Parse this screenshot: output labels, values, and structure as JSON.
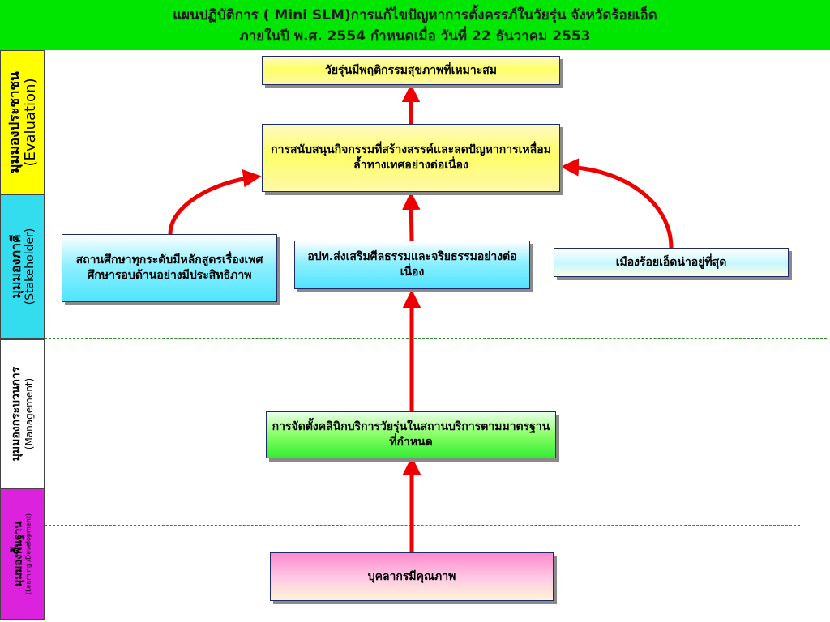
{
  "header": {
    "line1": "แผนปฏิบัติการ ( Mini SLM)การแก้ไขปัญหาการตั้งครรภ์ในวัยรุ่น จังหวัดร้อยเอ็ด",
    "line2": "ภายในปี พ.ศ. 2554  กำหนดเมื่อ วันที่  22  ธันวาคม 2553"
  },
  "lanes": [
    {
      "title": "มุมมองประชาชน",
      "subtitle": "(Evaluation)",
      "color": "#ffff00"
    },
    {
      "title": "มุมมองภาคี",
      "subtitle": "(Stakeholder)",
      "color": "#33ddee"
    },
    {
      "title": "มุมมองกระบวนการ",
      "subtitle": "(Management)",
      "color": "#ffffff"
    },
    {
      "title": "มุมมองพื้นฐาน",
      "subtitle": "(Learning /Development)",
      "color": "#dd22dd"
    }
  ],
  "nodes": {
    "goal": "วัยรุ่นมีพฤติกรรมสุขภาพที่เหมาะสม",
    "support": "การสนับสนุนกิจกรรมที่สร้างสรรค์และลดปัญหาการเหลื่อมล้ำทางเทศอย่างต่อเนื่อง",
    "schools": "สถานศึกษาทุกระดับมีหลักสูตรเรื่องเพศศึกษารอบด้านอย่างมีประสิทธิภาพ",
    "local_gov": "อปท.ส่งเสริมศีลธรรมและจริยธรรมอย่างต่อเนื่อง",
    "city": "เมืองร้อยเอ็ดน่าอยู่ที่สุด",
    "clinic": "การจัดตั้งคลินิกบริการวัยรุ่นในสถานบริการตามมาตรฐานที่กำหนด",
    "staff": "บุคลากรมีคุณภาพ"
  },
  "colors": {
    "arrow": "#ee0000",
    "header_bg": "#00e600",
    "divider": "#2e8b2e"
  }
}
